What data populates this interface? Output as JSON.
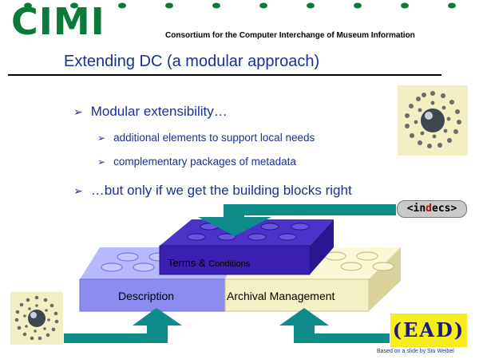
{
  "header": {
    "logo_text": "CIMI",
    "consortium": "Consortium for the Computer Interchange of Museum Information"
  },
  "slide": {
    "title": "Extending DC (a modular approach)",
    "bullets": [
      {
        "text": "Modular extensibility…",
        "sub": [
          "additional elements to support local needs",
          "complementary packages of metadata"
        ]
      },
      {
        "text": "…but only if we get the building blocks right"
      }
    ]
  },
  "diagram": {
    "blocks": {
      "description": "Description",
      "archival": "Archival Management",
      "terms_main": "Terms &",
      "terms_small": "Conditions"
    },
    "colors": {
      "description_block": "#8c8cf0",
      "archival_block": "#f3f0c4",
      "terms_block": "#3a1fb0",
      "arrow": "#0f8a8a"
    }
  },
  "logos": {
    "indecs_pre": "<in",
    "indecs_d": "d",
    "indecs_post": "ecs>",
    "ead": "EAD"
  },
  "credit": "Based on a slide by Stu Weibel"
}
